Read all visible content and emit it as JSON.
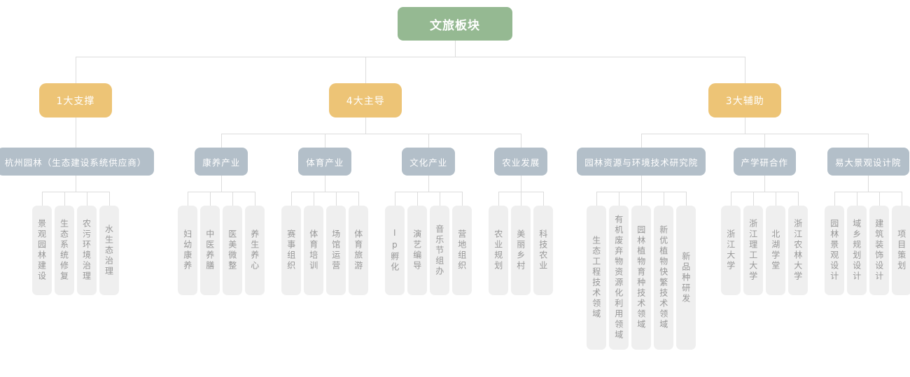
{
  "palette": {
    "root_bg": "#95b992",
    "branch_bg": "#edc476",
    "category_bg": "#b3bfc9",
    "leaf_bg": "#efefef",
    "leaf_text": "#979797",
    "node_text": "#ffffff",
    "connector": "#dcdcdc"
  },
  "root": {
    "label": "文旅板块"
  },
  "branches": [
    {
      "label": "1大支撑",
      "groups": [
        {
          "label": "杭州园林（生态建设系统供应商）",
          "leaves": [
            "景观园林建设",
            "生态系统修复",
            "农污环境治理",
            "水生态治理"
          ]
        }
      ]
    },
    {
      "label": "4大主导",
      "groups": [
        {
          "label": "康养产业",
          "leaves": [
            "妇幼康养",
            "中医养膳",
            "医美微整",
            "养生养心"
          ]
        },
        {
          "label": "体育产业",
          "leaves": [
            "赛事组织",
            "体育培训",
            "场馆运营",
            "体育旅游"
          ]
        },
        {
          "label": "文化产业",
          "leaves": [
            "Ip孵化",
            "演艺编导",
            "音乐节组办",
            "营地组织"
          ]
        },
        {
          "label": "农业发展",
          "leaves": [
            "农业规划",
            "美丽乡村",
            "科技农业"
          ]
        }
      ]
    },
    {
      "label": "3大辅助",
      "groups": [
        {
          "label": "园林资源与环境技术研究院",
          "leaves": [
            "生态工程技术领域",
            "有机废弃物资源化利用领域",
            "园林植物育种技术领域",
            "新优植物快繁技术领域",
            "新品种研发"
          ]
        },
        {
          "label": "产学研合作",
          "leaves": [
            "浙江大学",
            "浙江理工大学",
            "北湖学堂",
            "浙江农林大学"
          ]
        },
        {
          "label": "易大景观设计院",
          "leaves": [
            "园林景观设计",
            "域乡规划设计",
            "建筑装饰设计",
            "项目策划"
          ]
        }
      ]
    }
  ]
}
